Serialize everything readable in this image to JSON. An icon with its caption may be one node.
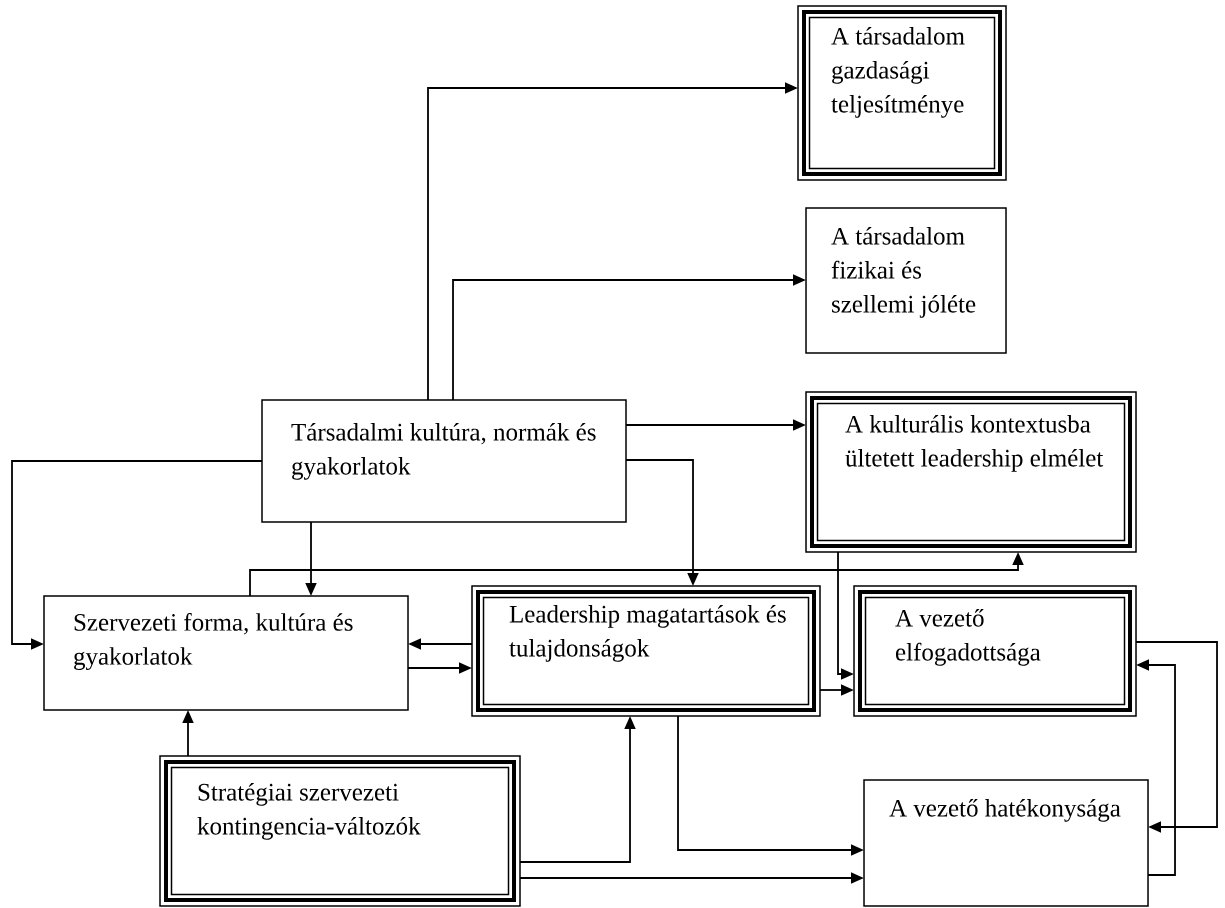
{
  "diagram": {
    "nodes": [
      {
        "text": [
          "A társadalom gazdasági teljesítménye"
        ]
      },
      {
        "text": [
          "A társadalom fizikai és szellemi jóléte"
        ]
      },
      {
        "text": [
          "Társadalmi kultúra, normák és gyakorlatok"
        ]
      },
      {
        "text": [
          "A kulturális kontextusba ültetett leadership elmélet"
        ]
      },
      {
        "text": [
          "Szervezeti forma, kultúra és gyakorlatok"
        ]
      },
      {
        "text": [
          "Leadership magatartások és tulajdonságok"
        ]
      },
      {
        "text": [
          "A vezető elfogadottsága"
        ]
      },
      {
        "text": [
          "Stratégiai szervezeti kontingencia-változók"
        ]
      },
      {
        "text": [
          "A vezető hatékonysága"
        ]
      }
    ],
    "edges": [
      {
        "from": 2,
        "to": 0,
        "arrow": "to"
      },
      {
        "from": 2,
        "to": 1,
        "arrow": "to"
      },
      {
        "from": 2,
        "to": 3,
        "arrow": "to"
      },
      {
        "from": 2,
        "to": 5,
        "arrow": "to"
      },
      {
        "from": 2,
        "to": 4,
        "arrow": "to"
      },
      {
        "from": 2,
        "to": 4,
        "arrow": "to"
      },
      {
        "from": 4,
        "to": 3,
        "arrow": "to"
      },
      {
        "from": 5,
        "to": 4,
        "arrow": "to"
      },
      {
        "from": 4,
        "to": 5,
        "arrow": "to"
      },
      {
        "from": 3,
        "to": 6,
        "arrow": "to"
      },
      {
        "from": 5,
        "to": 6,
        "arrow": "to"
      },
      {
        "from": 6,
        "to": 8,
        "arrow": "to"
      },
      {
        "from": 8,
        "to": 6,
        "arrow": "to"
      },
      {
        "from": 7,
        "to": 4,
        "arrow": "to"
      },
      {
        "from": 7,
        "to": 5,
        "arrow": "to"
      },
      {
        "from": 7,
        "to": 8,
        "arrow": "to"
      },
      {
        "from": 5,
        "to": 8,
        "arrow": "to"
      }
    ]
  }
}
